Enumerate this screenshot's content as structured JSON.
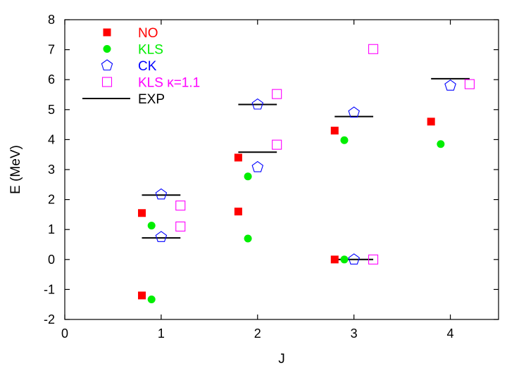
{
  "chart_data": {
    "type": "scatter",
    "xlabel": "J",
    "ylabel": "E (MeV)",
    "xlim": [
      0,
      4.5
    ],
    "ylim": [
      -2,
      8
    ],
    "x_ticks": [
      "0",
      "1",
      "2",
      "3",
      "4"
    ],
    "y_ticks": [
      "-2",
      "-1",
      "0",
      "1",
      "2",
      "3",
      "4",
      "5",
      "6",
      "7",
      "8"
    ],
    "grid": false,
    "legend_position": "top-left",
    "series": [
      {
        "name": "NO",
        "marker": "filled-square",
        "color": "#ff0000",
        "points": [
          {
            "x": 0.8,
            "y": -1.2
          },
          {
            "x": 0.8,
            "y": 1.55
          },
          {
            "x": 1.8,
            "y": 1.6
          },
          {
            "x": 1.8,
            "y": 3.4
          },
          {
            "x": 2.8,
            "y": 0.0
          },
          {
            "x": 2.8,
            "y": 4.3
          },
          {
            "x": 3.8,
            "y": 4.6
          }
        ]
      },
      {
        "name": "KLS",
        "marker": "filled-circle",
        "color": "#00ee00",
        "points": [
          {
            "x": 0.9,
            "y": -1.33
          },
          {
            "x": 0.9,
            "y": 1.13
          },
          {
            "x": 1.9,
            "y": 0.7
          },
          {
            "x": 1.9,
            "y": 2.77
          },
          {
            "x": 2.9,
            "y": 0.0
          },
          {
            "x": 2.9,
            "y": 3.98
          },
          {
            "x": 3.9,
            "y": 3.85
          }
        ]
      },
      {
        "name": "CK",
        "marker": "open-pentagon",
        "color": "#0000ff",
        "points": [
          {
            "x": 1.0,
            "y": 0.75
          },
          {
            "x": 1.0,
            "y": 2.17
          },
          {
            "x": 2.0,
            "y": 3.08
          },
          {
            "x": 2.0,
            "y": 5.17
          },
          {
            "x": 3.0,
            "y": 0.0
          },
          {
            "x": 3.0,
            "y": 4.9
          },
          {
            "x": 4.0,
            "y": 5.8
          }
        ]
      },
      {
        "name": "KLS κ=1.1",
        "marker": "open-square",
        "color": "#ff00ff",
        "points": [
          {
            "x": 1.2,
            "y": 1.1
          },
          {
            "x": 1.2,
            "y": 1.8
          },
          {
            "x": 2.2,
            "y": 3.83
          },
          {
            "x": 2.2,
            "y": 5.52
          },
          {
            "x": 3.2,
            "y": 0.0
          },
          {
            "x": 3.2,
            "y": 7.02
          },
          {
            "x": 4.2,
            "y": 5.85
          }
        ]
      },
      {
        "name": "EXP",
        "marker": "hline",
        "color": "#000000",
        "half_width": 0.2,
        "points": [
          {
            "x": 1.0,
            "y": 0.72
          },
          {
            "x": 1.0,
            "y": 2.15
          },
          {
            "x": 2.0,
            "y": 3.58
          },
          {
            "x": 2.0,
            "y": 5.17
          },
          {
            "x": 3.0,
            "y": 0.0
          },
          {
            "x": 3.0,
            "y": 4.77
          },
          {
            "x": 4.0,
            "y": 6.03
          }
        ]
      }
    ]
  }
}
